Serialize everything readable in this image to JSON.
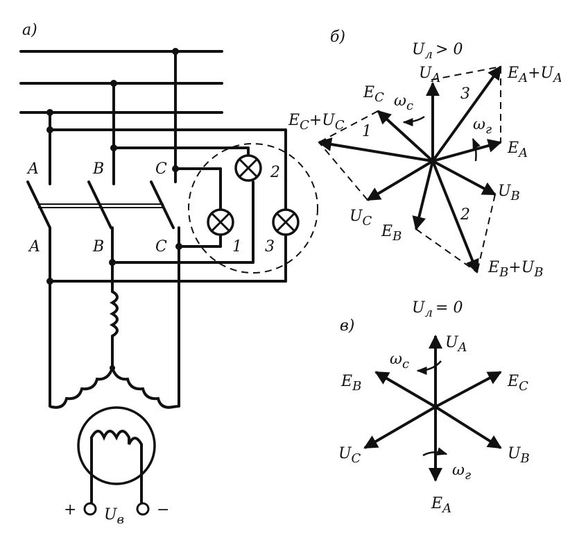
{
  "panels": {
    "a": {
      "label": "а)"
    },
    "b": {
      "label": "б)",
      "condition": "U"
    },
    "v": {
      "label": "в)",
      "condition": "U"
    }
  },
  "condition_b_sub": "л",
  "condition_b_rel": "> 0",
  "condition_v_sub": "л",
  "condition_v_rel": "= 0",
  "circuit": {
    "bus_top": [
      "A",
      "B",
      "C"
    ],
    "bus_bottom": [
      "A",
      "B",
      "C"
    ],
    "lamps": [
      "1",
      "2",
      "3"
    ],
    "terminals": {
      "plus": "+",
      "minus": "−",
      "excitation": "U",
      "excitation_sub": "в"
    }
  },
  "phasors_b": {
    "UA": "U",
    "UA_sub": "A",
    "EC": "E",
    "EC_sub": "C",
    "ECUC": "E",
    "ECUC_sub1": "C",
    "ECUC_plus": "+U",
    "ECUC_sub2": "C",
    "EAUA": "E",
    "EAUA_sub1": "A",
    "EAUA_plus": "+U",
    "EAUA_sub2": "A",
    "EA": "E",
    "EA_sub": "A",
    "UB": "U",
    "UB_sub": "B",
    "UC": "U",
    "UC_sub": "C",
    "EB": "E",
    "EB_sub": "B",
    "EBUB": "E",
    "EBUB_sub1": "B",
    "EBUB_plus": "+U",
    "EBUB_sub2": "B",
    "wc": "ω",
    "wc_sub": "c",
    "wg": "ω",
    "wg_sub": "г",
    "n1": "1",
    "n2": "2",
    "n3": "3"
  },
  "phasors_v": {
    "UA": "U",
    "UA_sub": "A",
    "EB": "E",
    "EB_sub": "B",
    "EC": "E",
    "EC_sub": "C",
    "UC": "U",
    "UC_sub": "C",
    "UB": "U",
    "UB_sub": "B",
    "EA": "E",
    "EA_sub": "A",
    "wc": "ω",
    "wc_sub": "c",
    "wg": "ω",
    "wg_sub": "г"
  }
}
